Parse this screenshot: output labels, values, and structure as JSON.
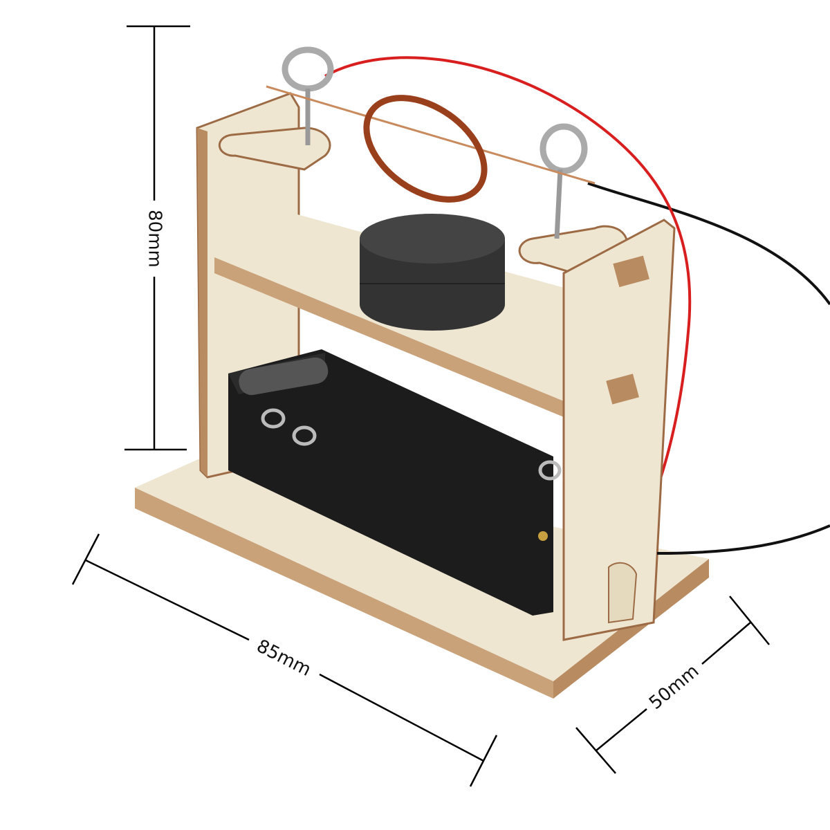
{
  "dimensions": {
    "height_label": "80mm",
    "length_label": "85mm",
    "width_label": "50mm"
  },
  "colors": {
    "wood": "#efe6d2",
    "wood_edge": "#9c6b45",
    "magnet": "#3a3a3a",
    "battery_holder": "#1c1c1c",
    "red_wire": "#d81e1e",
    "black_wire": "#111111",
    "copper_coil": "#9a3f1c"
  }
}
